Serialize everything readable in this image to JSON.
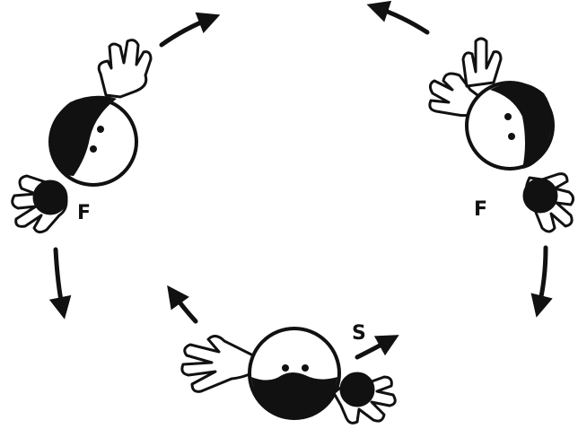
{
  "diagram": {
    "labels": {
      "left_figure": "F",
      "right_figure": "F",
      "bottom_figure": "S"
    },
    "figures": [
      {
        "name": "left-figure",
        "label_key": "left_figure",
        "icon": "person-top-view-icon"
      },
      {
        "name": "right-figure",
        "label_key": "right_figure",
        "icon": "person-top-view-icon"
      },
      {
        "name": "bottom-figure",
        "label_key": "bottom_figure",
        "icon": "person-top-view-icon"
      }
    ],
    "arrow_icon": "arrow-icon",
    "colors": {
      "ink": "#111111",
      "background": "#ffffff"
    }
  }
}
